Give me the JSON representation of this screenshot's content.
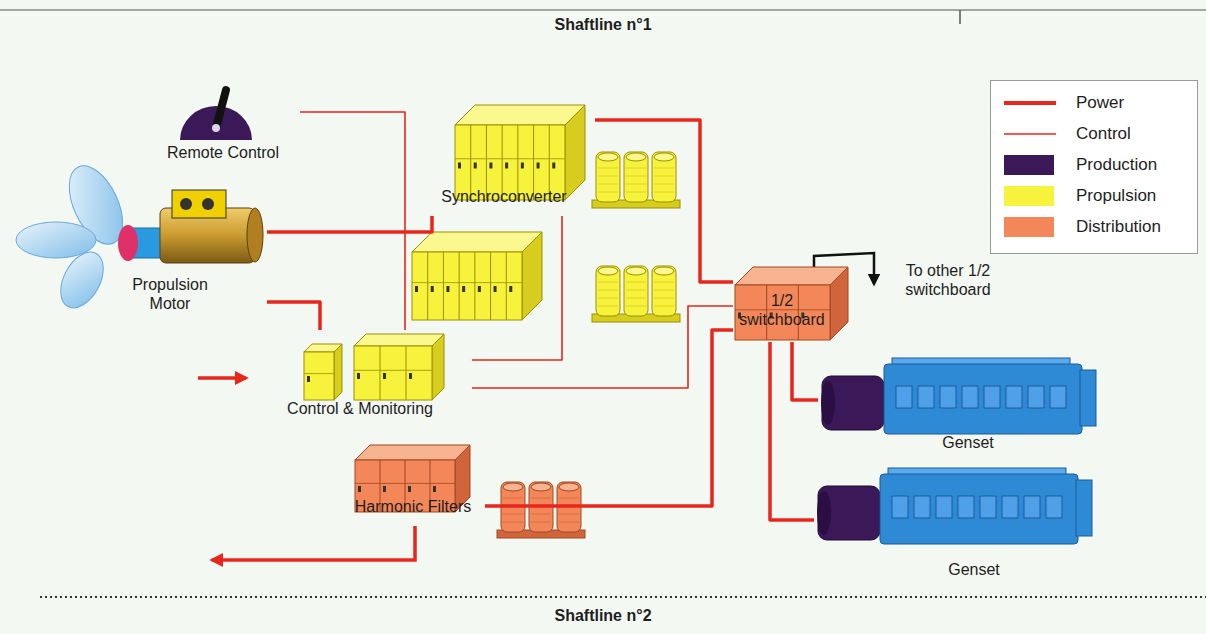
{
  "diagram": {
    "title": "Shaftline n°1",
    "nodes": [
      {
        "text": [
          "Remote Control"
        ]
      },
      {
        "text": [
          "Synchroconverter"
        ]
      },
      {
        "text": [
          "Propulsion Motor"
        ]
      },
      {
        "text": [
          "1/2 switchboard"
        ]
      },
      {
        "text": [
          "Control & Monitoring"
        ]
      },
      {
        "text": [
          "Genset"
        ]
      },
      {
        "text": [
          "Harmonic Filters"
        ]
      },
      {
        "text": [
          "Genset"
        ]
      }
    ],
    "edges": [
      {
        "from": 0,
        "to": 4,
        "arrow": "none"
      },
      {
        "from": 2,
        "to": 1,
        "arrow": "none"
      },
      {
        "from": 1,
        "to": 3,
        "arrow": "none"
      },
      {
        "from": 2,
        "to": 4,
        "arrow": "none"
      },
      {
        "from": 4,
        "to": 1,
        "arrow": "none"
      },
      {
        "from": 4,
        "to": 3,
        "arrow": "none"
      },
      {
        "from": 3,
        "to": 5,
        "arrow": "none"
      },
      {
        "from": 3,
        "to": 7,
        "arrow": "none"
      },
      {
        "from": 6,
        "to": 3,
        "arrow": "none"
      }
    ],
    "labels": [
      "To other 1/2 switchboard",
      "Shaftline n°2"
    ],
    "legend": [
      {
        "text": "Power"
      },
      {
        "text": "Control"
      },
      {
        "text": "Production",
        "color": "#3b1858"
      },
      {
        "text": "Propulsion",
        "color": "#f7f23c"
      },
      {
        "text": "Distribution",
        "color": "#f4875a"
      }
    ]
  }
}
